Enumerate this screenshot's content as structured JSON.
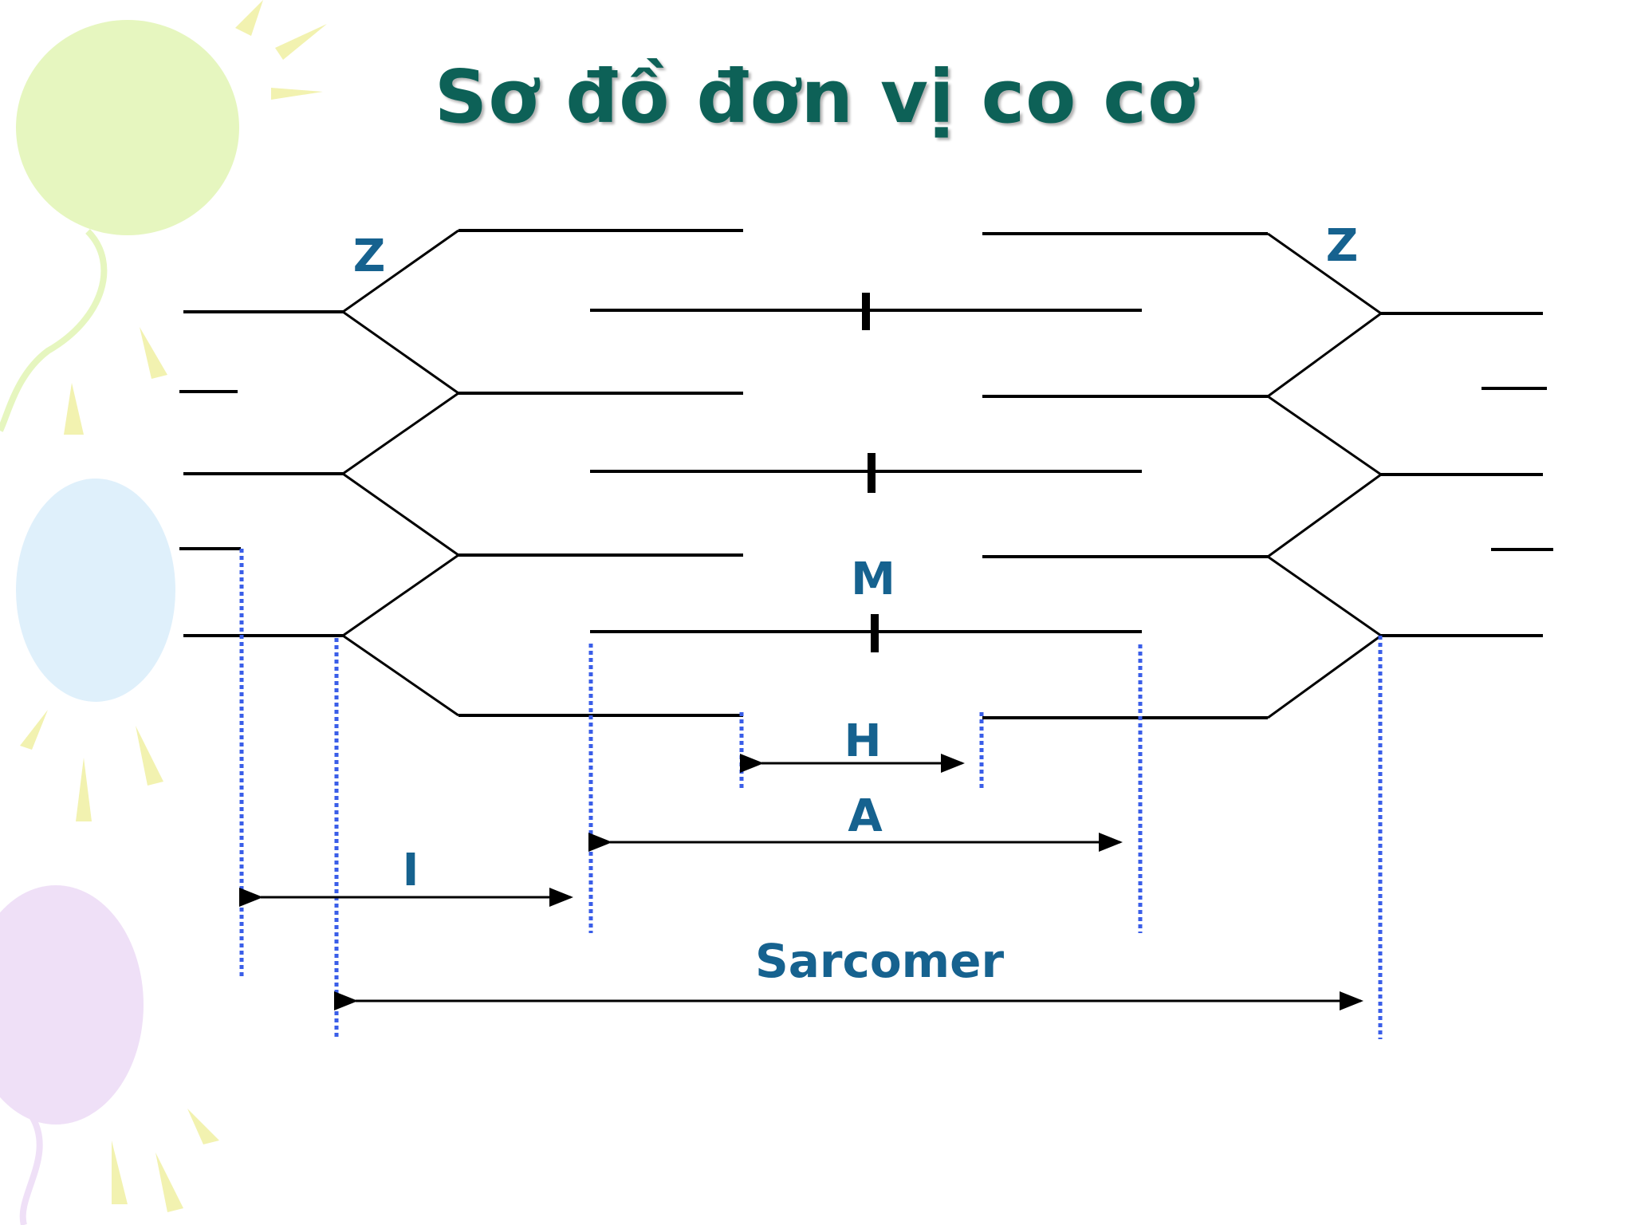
{
  "slide": {
    "title": "Sơ đồ đơn vị co cơ"
  },
  "diagram": {
    "labels": {
      "z_left": "Z",
      "z_right": "Z",
      "m_line": "M",
      "h_zone": "H",
      "a_band": "A",
      "i_band": "I",
      "sarcomere": "Sarcomer"
    },
    "colors": {
      "title": "#0d6157",
      "label": "#16628f",
      "filament": "#000000",
      "guide_dotted": "#3a5ee8",
      "balloon_green": "#e6f6bf",
      "balloon_blue": "#dff0fb",
      "balloon_purple": "#efe0f7",
      "sun_rays": "#f2f2b0"
    }
  }
}
